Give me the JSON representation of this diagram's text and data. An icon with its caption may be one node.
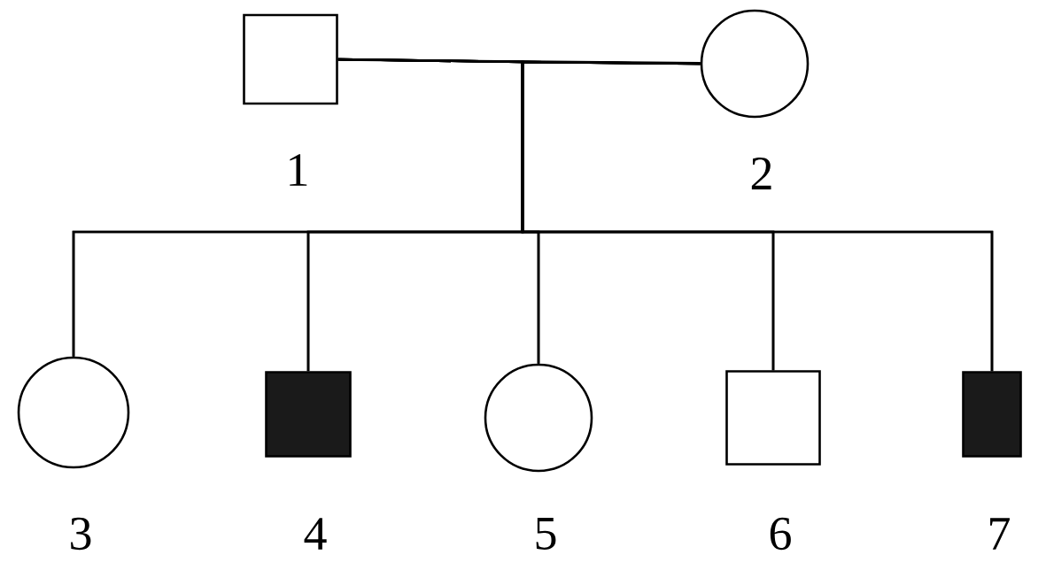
{
  "diagram": {
    "nodes": [
      {
        "text": [],
        "shape": "box",
        "beside": [
          "1"
        ]
      },
      {
        "text": [],
        "shape": "circle",
        "beside": [
          "2"
        ]
      },
      {
        "text": [],
        "shape": "circle",
        "beside": [
          "3"
        ]
      },
      {
        "text": [],
        "shape": "block",
        "beside": [
          "4"
        ]
      },
      {
        "text": [],
        "shape": "circle",
        "beside": [
          "5"
        ]
      },
      {
        "text": [],
        "shape": "box",
        "beside": [
          "6"
        ]
      },
      {
        "text": [],
        "shape": "block",
        "beside": [
          "7"
        ]
      }
    ],
    "edges": [
      {
        "from": 0,
        "to": 1,
        "arrow": "none"
      },
      {
        "from": 0,
        "to": 2,
        "arrow": "none"
      },
      {
        "from": 1,
        "to": 2,
        "arrow": "none"
      },
      {
        "from": 0,
        "to": 3,
        "arrow": "none"
      },
      {
        "from": 1,
        "to": 3,
        "arrow": "none"
      },
      {
        "from": 0,
        "to": 4,
        "arrow": "none"
      },
      {
        "from": 1,
        "to": 4,
        "arrow": "none"
      },
      {
        "from": 0,
        "to": 5,
        "arrow": "none"
      },
      {
        "from": 1,
        "to": 5,
        "arrow": "none"
      },
      {
        "from": 0,
        "to": 6,
        "arrow": "none"
      },
      {
        "from": 1,
        "to": 6,
        "arrow": "none"
      }
    ]
  }
}
